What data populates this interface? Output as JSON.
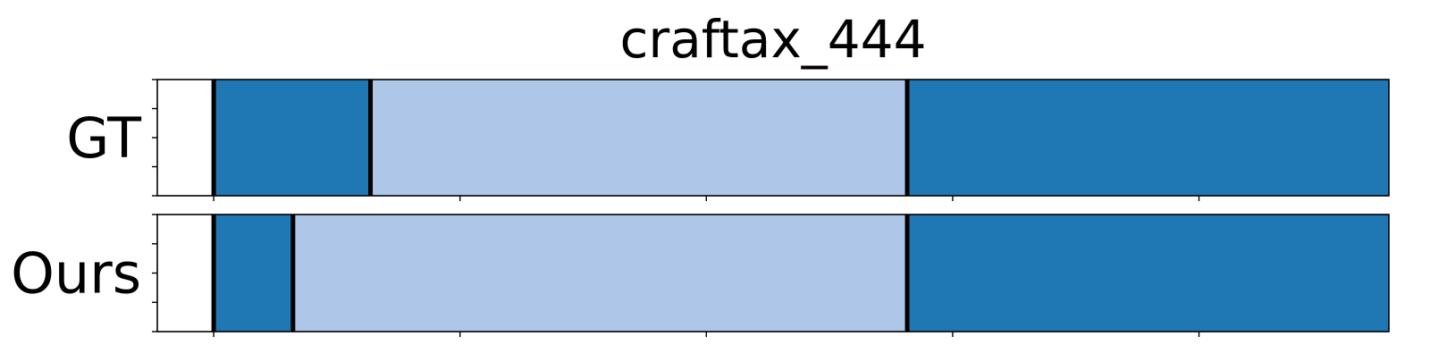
{
  "chart_data": {
    "type": "bar",
    "title": "craftax_444",
    "xlim": [
      0,
      1
    ],
    "colors": {
      "dark": "#1f77b4",
      "light": "#aec7e8",
      "boundary": "#000000",
      "frame": "#000000"
    },
    "rows": [
      {
        "label": "GT",
        "segments": [
          {
            "start": 0.0458,
            "end": 0.1731,
            "color": "dark"
          },
          {
            "start": 0.1731,
            "end": 0.6089,
            "color": "light"
          },
          {
            "start": 0.6089,
            "end": 1.046,
            "color": "dark"
          }
        ],
        "boundaries": [
          0.0458,
          0.1731,
          0.6089,
          1.046
        ]
      },
      {
        "label": "Ours",
        "segments": [
          {
            "start": 0.0458,
            "end": 0.1102,
            "color": "dark"
          },
          {
            "start": 0.1102,
            "end": 0.6089,
            "color": "light"
          },
          {
            "start": 0.6089,
            "end": 1.046,
            "color": "dark"
          }
        ],
        "boundaries": [
          0.0458,
          0.1102,
          0.6089,
          1.046
        ]
      }
    ],
    "x_ticks": [
      0.0458,
      0.2458,
      0.4458,
      0.6458,
      0.8458,
      1.0458
    ],
    "y_ticks_per_row": 5
  }
}
